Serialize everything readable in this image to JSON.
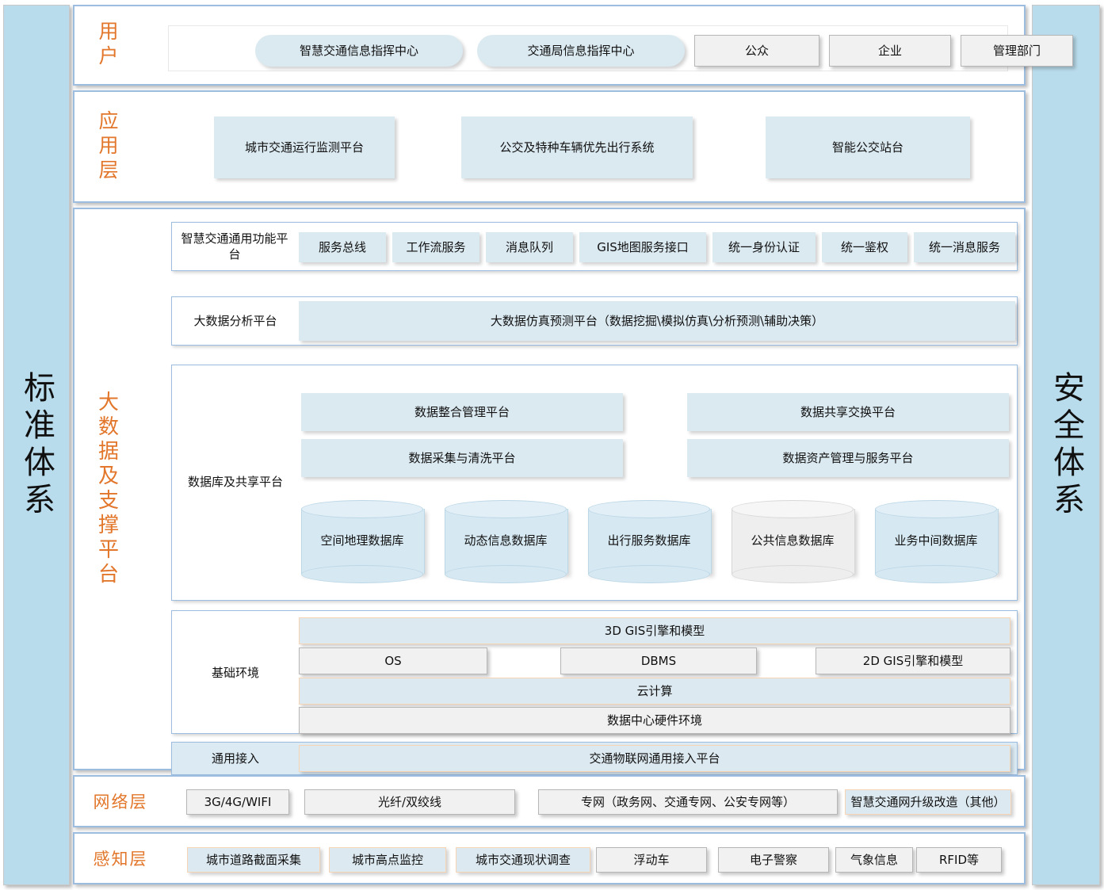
{
  "sidebars": {
    "left": "标准体系",
    "right": "安全体系"
  },
  "layers": {
    "user": {
      "label": "用户",
      "items": [
        {
          "text": "智慧交通信息指挥中心",
          "style": "pill"
        },
        {
          "text": "交通局信息指挥中心",
          "style": "pill"
        },
        {
          "text": "公众",
          "style": "gray"
        },
        {
          "text": "企业",
          "style": "gray"
        },
        {
          "text": "管理部门",
          "style": "gray"
        }
      ]
    },
    "application": {
      "label": "应用层",
      "items": [
        {
          "text": "城市交通运行监测平台"
        },
        {
          "text": "公交及特种车辆优先出行系统"
        },
        {
          "text": "智能公交站台"
        }
      ]
    },
    "bigdata": {
      "label": "大数据及支撑平台",
      "common_platform": {
        "label": "智慧交通通用功能平台",
        "items": [
          "服务总线",
          "工作流服务",
          "消息队列",
          "GIS地图服务接口",
          "统一身份认证",
          "统一鉴权",
          "统一消息服务"
        ]
      },
      "analysis_platform": {
        "label": "大数据分析平台",
        "item": "大数据仿真预测平台（数据挖掘\\模拟仿真\\分析预测\\辅助决策）"
      },
      "database_platform": {
        "label": "数据库及共享平台",
        "boxes": [
          "数据整合管理平台",
          "数据共享交换平台",
          "数据采集与清洗平台",
          "数据资产管理与服务平台"
        ],
        "databases": [
          {
            "text": "空间地理数据库",
            "style": "blue"
          },
          {
            "text": "动态信息数据库",
            "style": "blue"
          },
          {
            "text": "出行服务数据库",
            "style": "blue"
          },
          {
            "text": "公共信息数据库",
            "style": "gray"
          },
          {
            "text": "业务中间数据库",
            "style": "blue"
          }
        ]
      },
      "infrastructure": {
        "label": "基础环境",
        "row1": "3D GIS引擎和模型",
        "row2": [
          "OS",
          "DBMS",
          "2D GIS引擎和模型"
        ],
        "row3": "云计算",
        "row4": "数据中心硬件环境"
      },
      "access": {
        "label": "通用接入",
        "item": "交通物联网通用接入平台"
      }
    },
    "network": {
      "label": "网络层",
      "items": [
        {
          "text": "3G/4G/WIFI",
          "style": "gray"
        },
        {
          "text": "光纤/双绞线",
          "style": "gray"
        },
        {
          "text": "专网（政务网、交通专网、公安专网等）",
          "style": "gray"
        },
        {
          "text": "智慧交通网升级改造（其他）",
          "style": "orange"
        }
      ]
    },
    "perception": {
      "label": "感知层",
      "items": [
        {
          "text": "城市道路截面采集",
          "style": "orange"
        },
        {
          "text": "城市高点监控",
          "style": "orange"
        },
        {
          "text": "城市交通现状调查",
          "style": "orange"
        },
        {
          "text": "浮动车",
          "style": "gray"
        },
        {
          "text": "电子警察",
          "style": "gray"
        },
        {
          "text": "气象信息",
          "style": "gray"
        },
        {
          "text": "RFID等",
          "style": "gray"
        }
      ]
    }
  },
  "colors": {
    "accent_orange": "#e2762a",
    "panel_blue": "#9cbde0",
    "box_blue": "#dbe9f1",
    "box_gray": "#f1f1f1",
    "sidebar_blue": "#b9dcec"
  }
}
